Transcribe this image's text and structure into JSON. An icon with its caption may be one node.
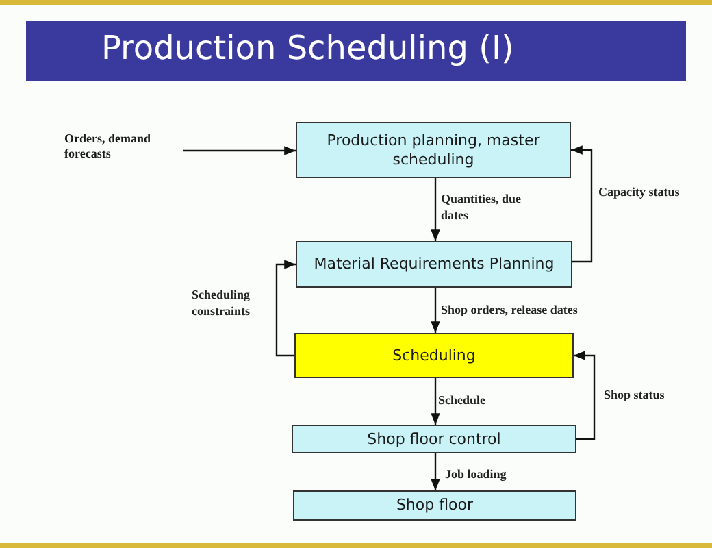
{
  "diagram": {
    "title": "Production Scheduling (I)",
    "nodes": [
      {
        "text": [
          "Orders, demand forecasts"
        ]
      },
      {
        "text": [
          "Production planning, master scheduling"
        ]
      },
      {
        "text": [
          "Material Requirements Planning"
        ]
      },
      {
        "text": [
          "Scheduling"
        ]
      },
      {
        "text": [
          "Shop floor control"
        ]
      },
      {
        "text": [
          "Shop floor"
        ]
      }
    ],
    "edges": [
      {
        "from": 0,
        "to": 1,
        "arrow": "to"
      },
      {
        "from": 1,
        "to": 2,
        "arrow": "to",
        "label": "Quantities, due dates"
      },
      {
        "from": 2,
        "to": 1,
        "arrow": "to",
        "label": "Capacity status"
      },
      {
        "from": 2,
        "to": 3,
        "arrow": "to",
        "label": "Shop orders, release dates"
      },
      {
        "from": 3,
        "to": 2,
        "arrow": "to",
        "label": "Scheduling constraints"
      },
      {
        "from": 3,
        "to": 4,
        "arrow": "to",
        "label": "Schedule"
      },
      {
        "from": 4,
        "to": 3,
        "arrow": "to",
        "label": "Shop status"
      },
      {
        "from": 4,
        "to": 5,
        "arrow": "to",
        "label": "Job loading"
      }
    ]
  }
}
